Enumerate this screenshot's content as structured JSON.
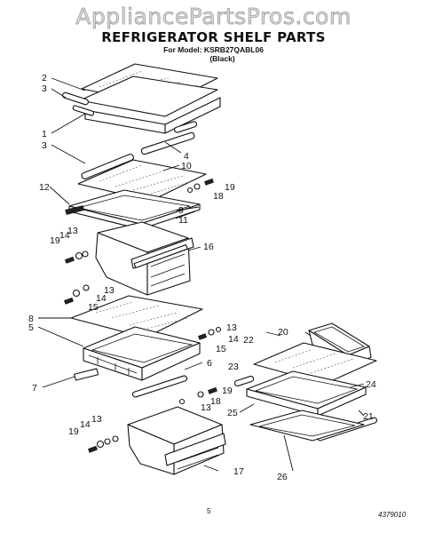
{
  "watermark": "AppliancePartsPros.com",
  "header": {
    "title": "REFRIGERATOR SHELF PARTS",
    "model_line": "For Model: KSRB27QABL06",
    "color_line": "(Black)"
  },
  "footer": {
    "page_number": "5",
    "drawing_number": "4379010"
  },
  "callouts": {
    "c2": "2",
    "c3a": "3",
    "c1": "1",
    "c3b": "3",
    "c4": "4",
    "c10": "10",
    "c12": "12",
    "c19a": "19",
    "c18a": "18",
    "c9": "9",
    "c11": "11",
    "c19b": "19",
    "c14a": "14",
    "c13a": "13",
    "c16": "16",
    "c13b": "13",
    "c14b": "14",
    "c15": "15",
    "c8": "8",
    "c5": "5",
    "c13c": "13",
    "c14c": "14",
    "c15b": "15",
    "c22": "22",
    "c20": "20",
    "c6": "6",
    "c23": "23",
    "c7": "7",
    "c19c": "19",
    "c18b": "18",
    "c13d": "13",
    "c24": "24",
    "c25": "25",
    "c21": "21",
    "c13e": "13",
    "c14d": "14",
    "c19d": "19",
    "c17": "17",
    "c26": "26"
  }
}
